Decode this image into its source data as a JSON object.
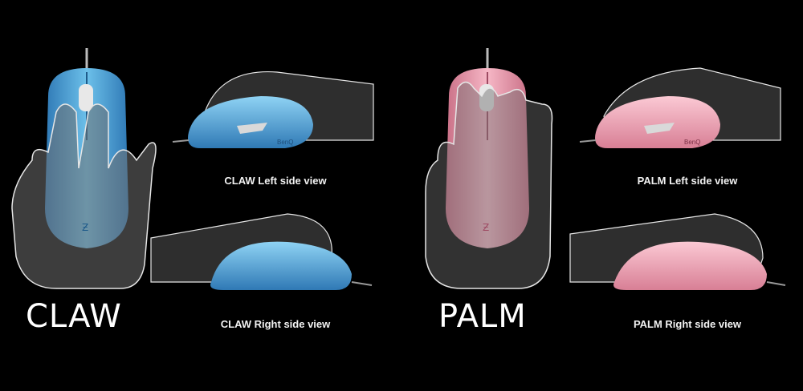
{
  "panels": [
    {
      "grip": "CLAW",
      "left_caption": "CLAW Left side view",
      "right_caption": "CLAW Right side view",
      "mouse_color": "#5fb0dc",
      "mouse_color_dark": "#2f79b5",
      "brand": "BenQ"
    },
    {
      "grip": "PALM",
      "left_caption": "PALM Left side view",
      "right_caption": "PALM Right side view",
      "mouse_color": "#f2a6b6",
      "mouse_color_dark": "#c96f86",
      "brand": "BenQ"
    }
  ],
  "colors": {
    "background": "#000000",
    "hand_outline": "#e6e6e6",
    "hand_fill": "#5a5a5a"
  }
}
